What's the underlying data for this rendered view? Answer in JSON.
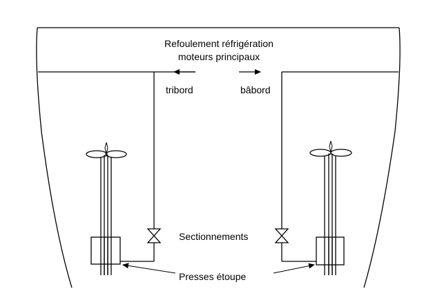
{
  "diagram": {
    "header_line1": "Refoulement réfrigération",
    "header_line2": "moteurs principaux",
    "starboard_label": "tribord",
    "port_label": "bâbord",
    "valves_label": "Sectionnements",
    "glands_label": "Presses étoupe"
  },
  "colors": {
    "stroke": "#000000",
    "background": "#ffffff"
  }
}
